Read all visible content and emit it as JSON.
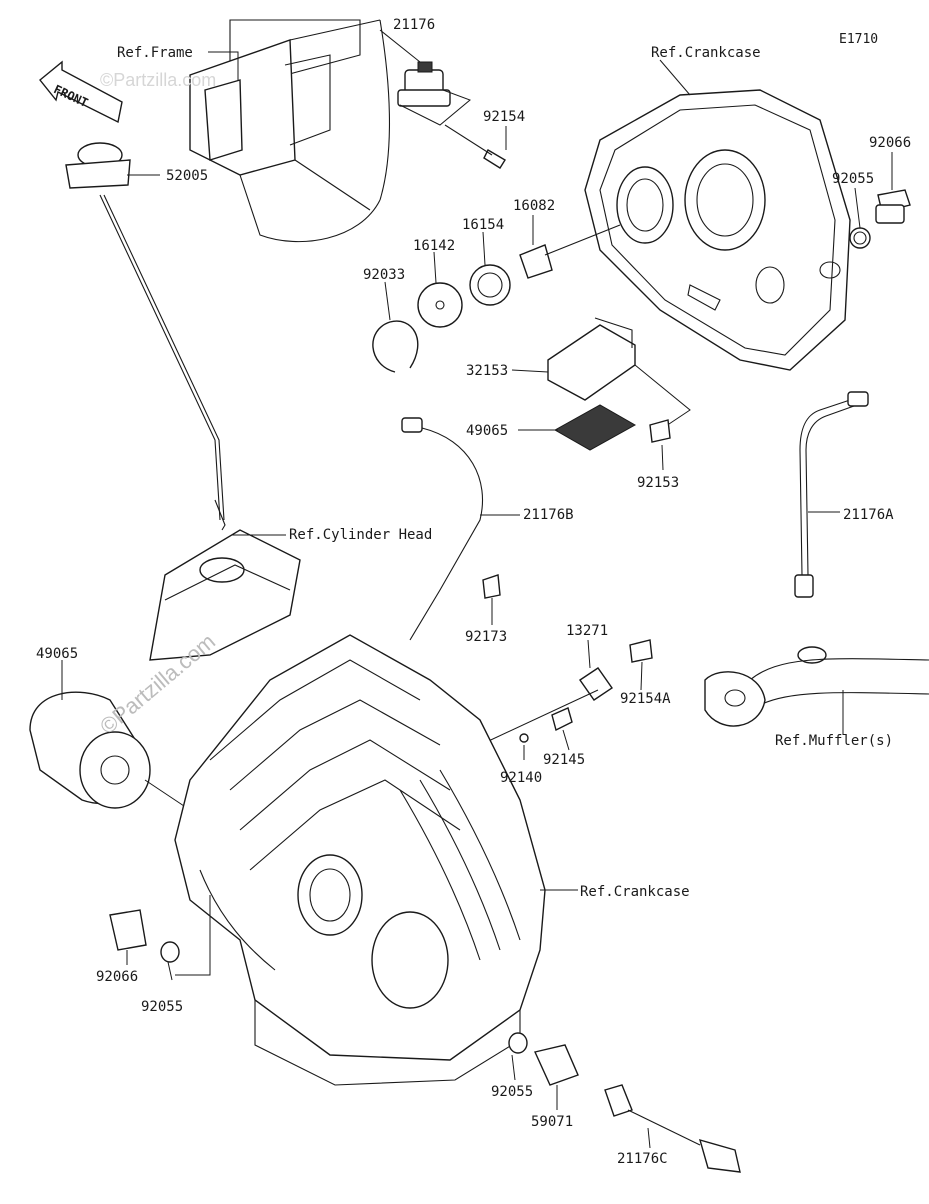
{
  "diagram_code": "E1710",
  "front_label": "FRONT",
  "watermarks": [
    "©Partzilla.com",
    "©Partzilla.com"
  ],
  "callouts": [
    {
      "id": "ref-frame",
      "text": "Ref.Frame"
    },
    {
      "id": "p21176",
      "text": "21176"
    },
    {
      "id": "p92154",
      "text": "92154"
    },
    {
      "id": "ref-crankcase-top",
      "text": "Ref.Crankcase"
    },
    {
      "id": "p92066-top",
      "text": "92066"
    },
    {
      "id": "p92055-top",
      "text": "92055"
    },
    {
      "id": "p52005",
      "text": "52005"
    },
    {
      "id": "p16082",
      "text": "16082"
    },
    {
      "id": "p16154",
      "text": "16154"
    },
    {
      "id": "p16142",
      "text": "16142"
    },
    {
      "id": "p92033",
      "text": "92033"
    },
    {
      "id": "p32153",
      "text": "32153"
    },
    {
      "id": "p49065",
      "text": "49065"
    },
    {
      "id": "p92153",
      "text": "92153"
    },
    {
      "id": "p21176b",
      "text": "21176B"
    },
    {
      "id": "p21176a",
      "text": "21176A"
    },
    {
      "id": "ref-cylinder-head",
      "text": "Ref.Cylinder Head"
    },
    {
      "id": "p92173",
      "text": "92173"
    },
    {
      "id": "p13271",
      "text": "13271"
    },
    {
      "id": "p92154a",
      "text": "92154A"
    },
    {
      "id": "p49065-filter",
      "text": "49065"
    },
    {
      "id": "p92145",
      "text": "92145"
    },
    {
      "id": "p92140",
      "text": "92140"
    },
    {
      "id": "ref-muffler",
      "text": "Ref.Muffler(s)"
    },
    {
      "id": "ref-crankcase-bottom",
      "text": "Ref.Crankcase"
    },
    {
      "id": "p92066-bottom",
      "text": "92066"
    },
    {
      "id": "p92055-left",
      "text": "92055"
    },
    {
      "id": "p92055-bottom",
      "text": "92055"
    },
    {
      "id": "p59071",
      "text": "59071"
    },
    {
      "id": "p21176c",
      "text": "21176C"
    }
  ]
}
